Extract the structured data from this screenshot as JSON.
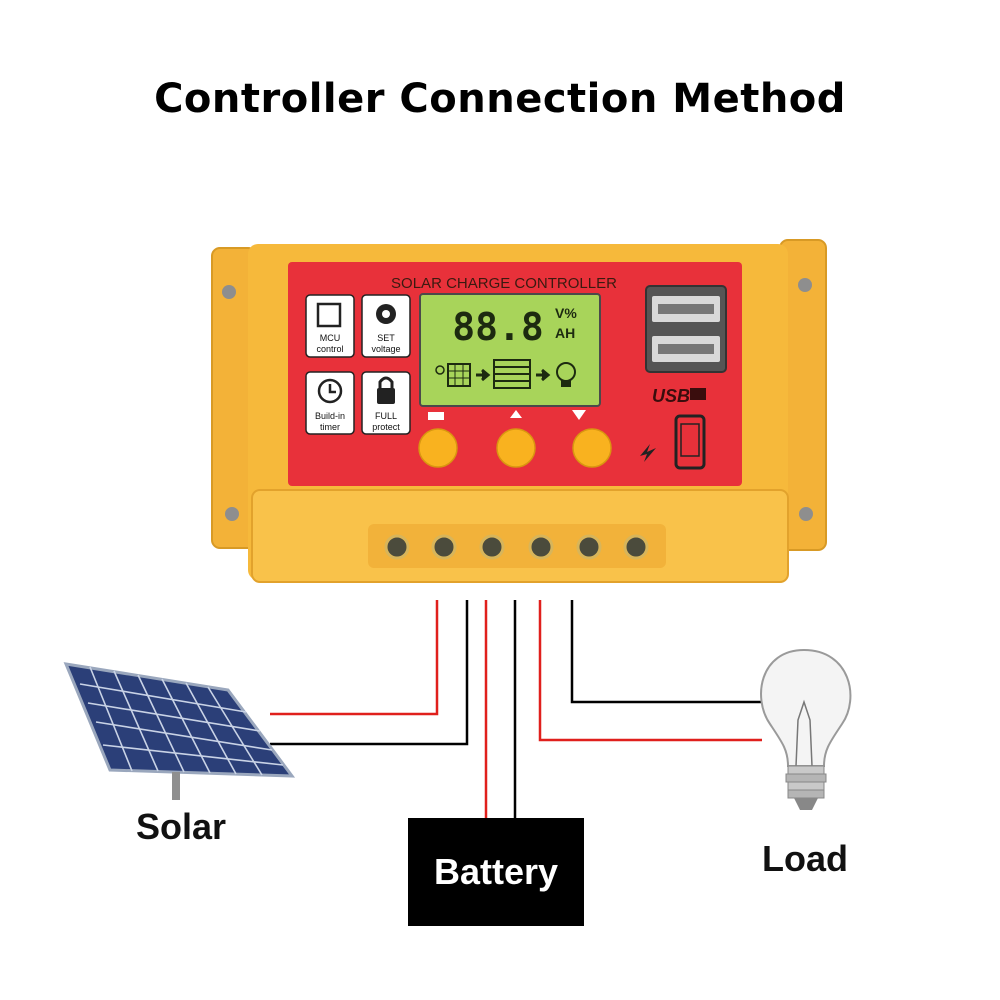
{
  "title": "Controller Connection Method",
  "controller": {
    "panel_title": "SOLAR CHARGE CONTROLLER",
    "lcd_digits": "88.8",
    "lcd_unit_top": "V%",
    "lcd_unit_bottom": "AH",
    "features": [
      {
        "icon": "chip-icon",
        "line1": "MCU",
        "line2": "control"
      },
      {
        "icon": "gear-icon",
        "line1": "SET",
        "line2": "voltage"
      },
      {
        "icon": "clock-icon",
        "line1": "Build-in",
        "line2": "timer"
      },
      {
        "icon": "lock-icon",
        "line1": "FULL",
        "line2": "protect"
      }
    ],
    "usb_label": "USB"
  },
  "components": {
    "solar": "Solar",
    "battery": "Battery",
    "load": "Load"
  },
  "colors": {
    "housing": "#F6B93B",
    "panel": "#E8313A",
    "lcd": "#A8D45A",
    "button": "#F9B21F",
    "wire_positive": "#E0201C",
    "wire_negative": "#000000"
  }
}
